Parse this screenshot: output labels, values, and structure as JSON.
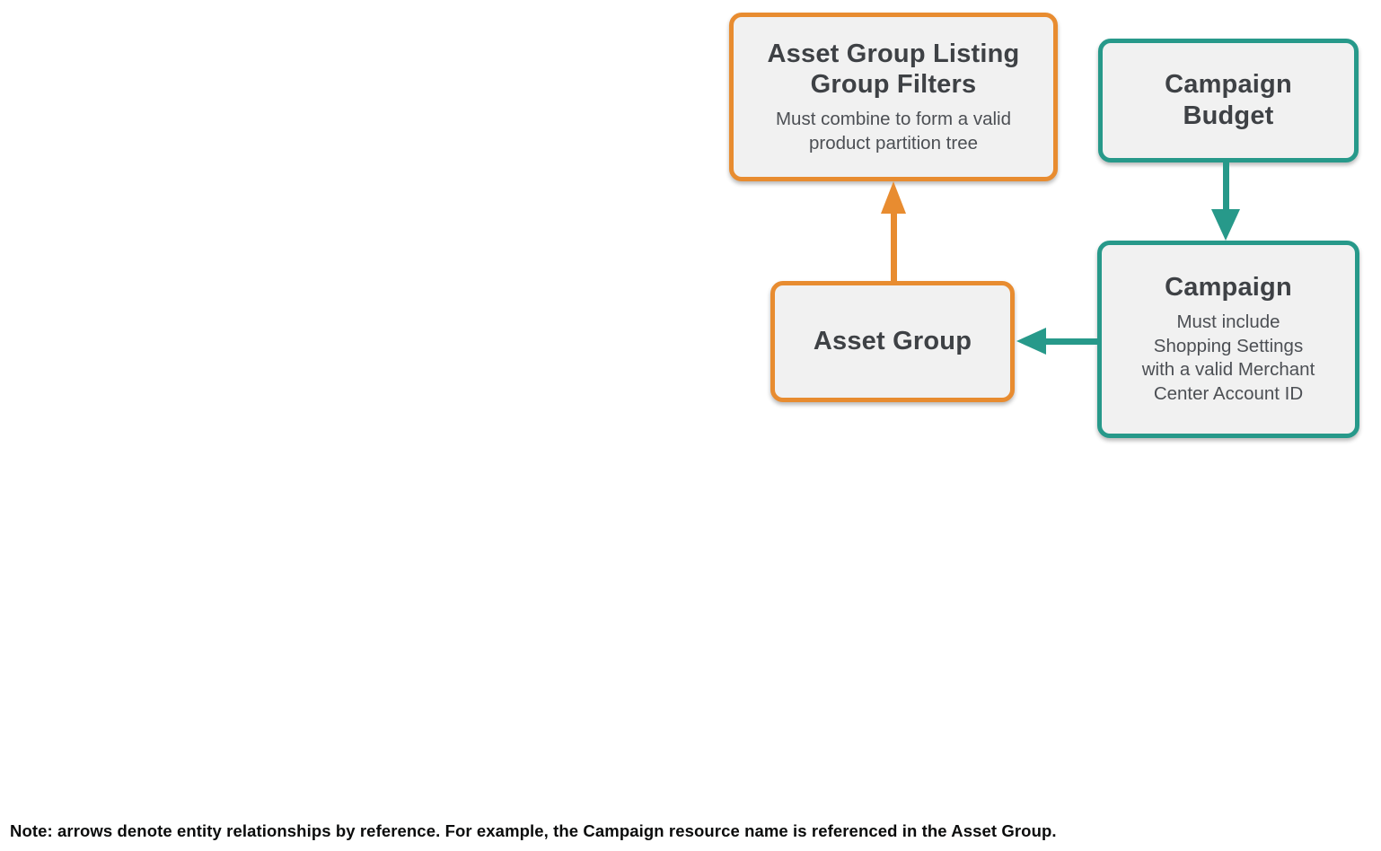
{
  "colors": {
    "orange": "#E88C30",
    "teal": "#27998A",
    "box_fill": "#F1F1F1",
    "title_text": "#3E4145",
    "subtitle_text": "#4C4F54",
    "note_text": "#0B0C0C"
  },
  "nodes": {
    "listing_filters": {
      "title": "Asset Group Listing\nGroup Filters",
      "subtitle": "Must combine to form a valid\nproduct partition tree",
      "accent": "orange"
    },
    "campaign_budget": {
      "title": "Campaign\nBudget",
      "accent": "teal"
    },
    "asset_group": {
      "title": "Asset Group",
      "accent": "orange"
    },
    "campaign": {
      "title": "Campaign",
      "subtitle": "Must include\nShopping Settings\nwith a valid Merchant\nCenter Account ID",
      "accent": "teal"
    }
  },
  "arrows": [
    {
      "from": "asset_group",
      "to": "listing_filters",
      "color": "orange",
      "direction": "up"
    },
    {
      "from": "campaign_budget",
      "to": "campaign",
      "color": "teal",
      "direction": "down"
    },
    {
      "from": "campaign",
      "to": "asset_group",
      "color": "teal",
      "direction": "left"
    }
  ],
  "note": "Note: arrows denote entity relationships by reference. For example, the Campaign resource name is referenced in the Asset Group."
}
